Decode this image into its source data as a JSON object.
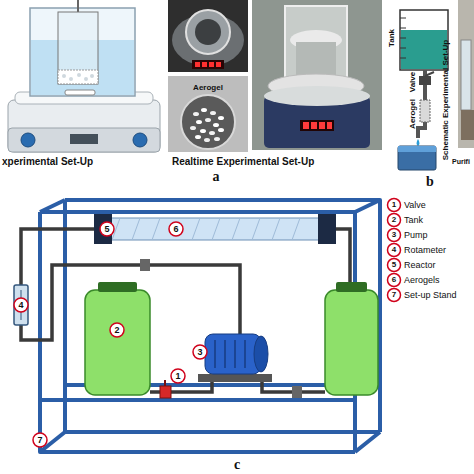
{
  "diagram": {
    "labels": [
      "xperimental Set-Up",
      "Aerogel",
      "Realtime Experimental Set-Up",
      "a",
      "Tank",
      "Valve",
      "Aerogel",
      "Schematic Experimental Set-Up",
      "Purifi",
      "b",
      "5",
      "6",
      "4",
      "2",
      "3",
      "1",
      "7",
      "1",
      "Valve",
      "2",
      "Tank",
      "3",
      "Pump",
      "4",
      "Rotameter",
      "5",
      "Reactor",
      "6",
      "Aerogels",
      "7",
      "Set-up Stand",
      "c"
    ]
  }
}
